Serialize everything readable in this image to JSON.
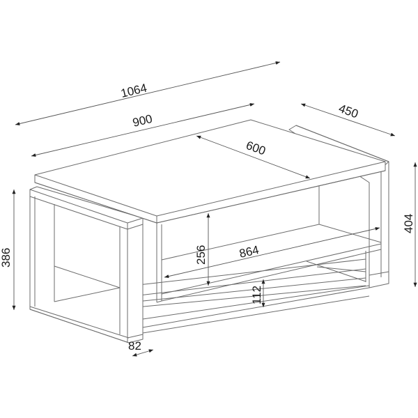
{
  "drawing": {
    "subject": "coffee-table-with-shelf",
    "line_color": "#6b6b6b",
    "text_color": "#1a1a1a",
    "background": "#ffffff"
  },
  "dimensions": {
    "overall_length": {
      "value": "1064",
      "unit": "mm"
    },
    "top_length": {
      "value": "900",
      "unit": "mm"
    },
    "top_depth": {
      "value": "600",
      "unit": "mm"
    },
    "overall_depth": {
      "value": "450",
      "unit": "mm"
    },
    "overall_height_right": {
      "value": "404",
      "unit": "mm"
    },
    "frame_height_left": {
      "value": "386",
      "unit": "mm"
    },
    "shelf_opening_height": {
      "value": "256",
      "unit": "mm"
    },
    "shelf_length": {
      "value": "864",
      "unit": "mm"
    },
    "base_clearance": {
      "value": "112",
      "unit": "mm"
    },
    "frame_thickness": {
      "value": "82",
      "unit": "mm"
    }
  }
}
